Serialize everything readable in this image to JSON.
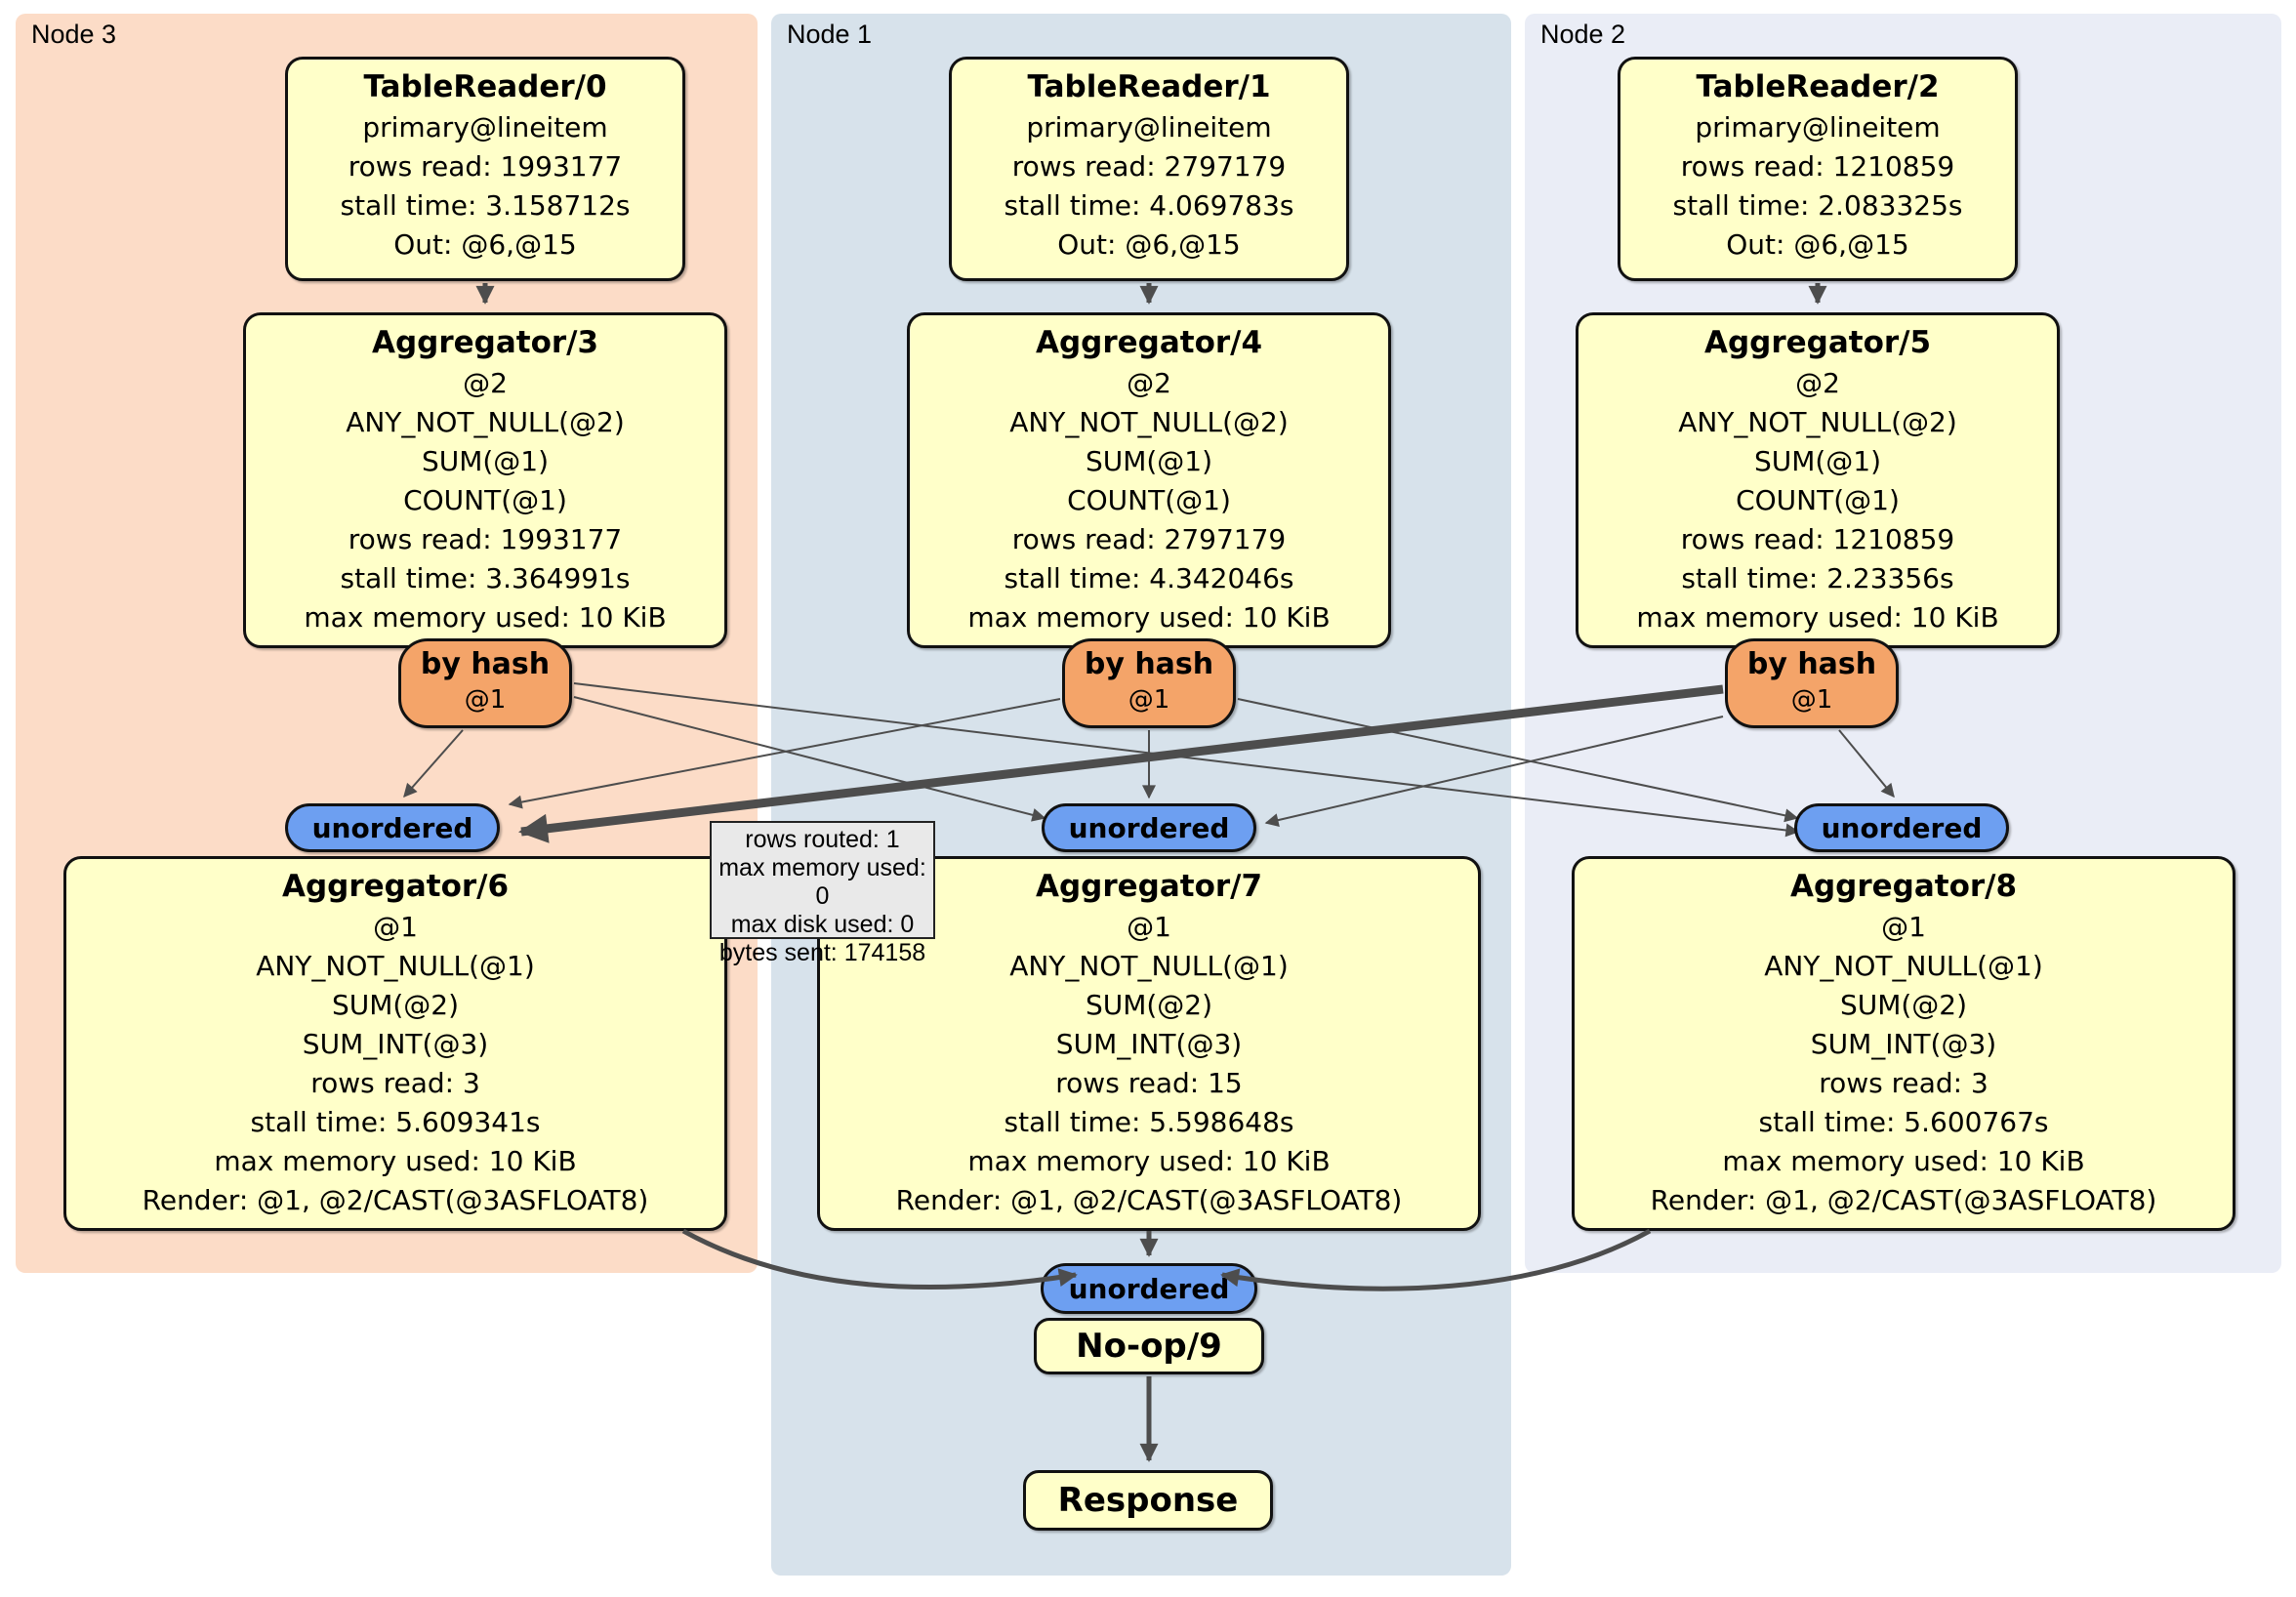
{
  "regions": {
    "node3": {
      "label": "Node 3"
    },
    "node1": {
      "label": "Node 1"
    },
    "node2": {
      "label": "Node 2"
    }
  },
  "processors": {
    "tr0": {
      "title": "TableReader/0",
      "lines": [
        "primary@lineitem",
        "rows read: 1993177",
        "stall time: 3.158712s",
        "Out: @6,@15"
      ]
    },
    "tr1": {
      "title": "TableReader/1",
      "lines": [
        "primary@lineitem",
        "rows read: 2797179",
        "stall time: 4.069783s",
        "Out: @6,@15"
      ]
    },
    "tr2": {
      "title": "TableReader/2",
      "lines": [
        "primary@lineitem",
        "rows read: 1210859",
        "stall time: 2.083325s",
        "Out: @6,@15"
      ]
    },
    "agg3": {
      "title": "Aggregator/3",
      "lines": [
        "@2",
        "ANY_NOT_NULL(@2)",
        "SUM(@1)",
        "COUNT(@1)",
        "rows read: 1993177",
        "stall time: 3.364991s",
        "max memory used: 10 KiB"
      ]
    },
    "agg4": {
      "title": "Aggregator/4",
      "lines": [
        "@2",
        "ANY_NOT_NULL(@2)",
        "SUM(@1)",
        "COUNT(@1)",
        "rows read: 2797179",
        "stall time: 4.342046s",
        "max memory used: 10 KiB"
      ]
    },
    "agg5": {
      "title": "Aggregator/5",
      "lines": [
        "@2",
        "ANY_NOT_NULL(@2)",
        "SUM(@1)",
        "COUNT(@1)",
        "rows read: 1210859",
        "stall time: 2.23356s",
        "max memory used: 10 KiB"
      ]
    },
    "agg6": {
      "title": "Aggregator/6",
      "lines": [
        "@1",
        "ANY_NOT_NULL(@1)",
        "SUM(@2)",
        "SUM_INT(@3)",
        "rows read: 3",
        "stall time: 5.609341s",
        "max memory used: 10 KiB",
        "Render: @1, @2/CAST(@3ASFLOAT8)"
      ]
    },
    "agg7": {
      "title": "Aggregator/7",
      "lines": [
        "@1",
        "ANY_NOT_NULL(@1)",
        "SUM(@2)",
        "SUM_INT(@3)",
        "rows read: 15",
        "stall time: 5.598648s",
        "max memory used: 10 KiB",
        "Render: @1, @2/CAST(@3ASFLOAT8)"
      ]
    },
    "agg8": {
      "title": "Aggregator/8",
      "lines": [
        "@1",
        "ANY_NOT_NULL(@1)",
        "SUM(@2)",
        "SUM_INT(@3)",
        "rows read: 3",
        "stall time: 5.600767s",
        "max memory used: 10 KiB",
        "Render: @1, @2/CAST(@3ASFLOAT8)"
      ]
    },
    "noop": {
      "title": "No-op/9"
    },
    "response": {
      "title": "Response"
    }
  },
  "routers": {
    "byhash3": {
      "label": "by hash",
      "sub": "@1"
    },
    "byhash4": {
      "label": "by hash",
      "sub": "@1"
    },
    "byhash5": {
      "label": "by hash",
      "sub": "@1"
    }
  },
  "streams": {
    "unordered_label": "unordered"
  },
  "tooltip": {
    "lines": [
      "rows routed: 1",
      "max memory used: 0",
      "max disk used: 0",
      "bytes sent: 174158"
    ]
  },
  "colors": {
    "region_node3": "#fcdcc7",
    "region_node1": "#d7e2eb",
    "region_node2": "#eaedf6",
    "processor_fill": "#ffffc9",
    "router_fill": "#f4a469",
    "stream_fill": "#6d9ff1",
    "tooltip_fill": "#e9e9e9",
    "edge": "#4d4d4d"
  }
}
